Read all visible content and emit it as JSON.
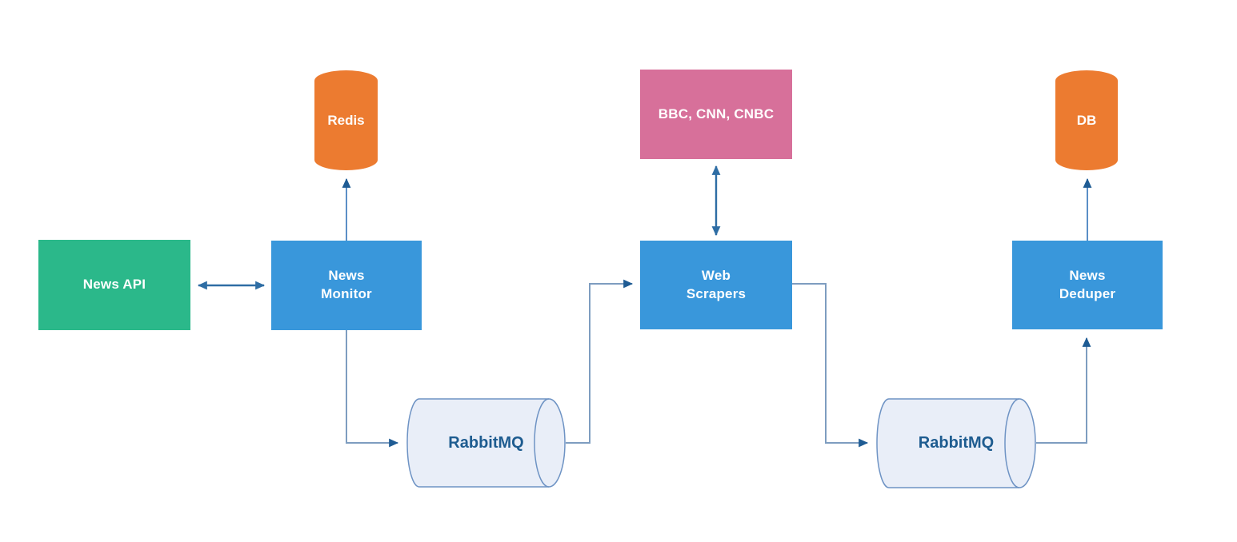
{
  "diagram": {
    "type": "flowchart",
    "background": "#ffffff",
    "nodes": {
      "news_api": {
        "label": "News API",
        "shape": "rect",
        "color": "#2BB88A"
      },
      "news_monitor": {
        "label": "News Monitor",
        "shape": "rect",
        "color": "#3997DB"
      },
      "redis": {
        "label": "Redis",
        "shape": "cylinder-vertical",
        "color": "#EC7B30"
      },
      "sources": {
        "label": "BBC, CNN, CNBC",
        "shape": "rect",
        "color": "#D7709A"
      },
      "web_scrapers": {
        "label": "Web Scrapers",
        "shape": "rect",
        "color": "#3997DB"
      },
      "rabbitmq_1": {
        "label": "RabbitMQ",
        "shape": "cylinder-horizontal",
        "color": "#E9EEF8"
      },
      "rabbitmq_2": {
        "label": "RabbitMQ",
        "shape": "cylinder-horizontal",
        "color": "#E9EEF8"
      },
      "news_deduper": {
        "label": "News Deduper",
        "shape": "rect",
        "color": "#3997DB"
      },
      "db": {
        "label": "DB",
        "shape": "cylinder-vertical",
        "color": "#EC7B30"
      }
    },
    "edges": [
      {
        "from": "news_api",
        "to": "news_monitor",
        "style": "bidirectional-arrow"
      },
      {
        "from": "news_monitor",
        "to": "redis",
        "style": "arrow"
      },
      {
        "from": "sources",
        "to": "web_scrapers",
        "style": "bidirectional-arrow"
      },
      {
        "from": "news_monitor",
        "to": "rabbitmq_1",
        "style": "elbow-arrow"
      },
      {
        "from": "rabbitmq_1",
        "to": "web_scrapers",
        "style": "elbow-arrow"
      },
      {
        "from": "web_scrapers",
        "to": "rabbitmq_2",
        "style": "elbow-arrow"
      },
      {
        "from": "rabbitmq_2",
        "to": "news_deduper",
        "style": "elbow-arrow"
      },
      {
        "from": "news_deduper",
        "to": "db",
        "style": "arrow"
      }
    ],
    "colors": {
      "box_green": "#2BB88A",
      "box_blue": "#3997DB",
      "box_pink": "#D7709A",
      "cylinder_orange": "#EC7B30",
      "queue_fill": "#E9EEF8",
      "queue_border": "#6E93C4",
      "queue_text": "#1E5C90",
      "wire_stroke": "#7E9DC0",
      "arrow_stroke": "#2E6DA4",
      "arrowhead": "#1F5C94"
    }
  }
}
